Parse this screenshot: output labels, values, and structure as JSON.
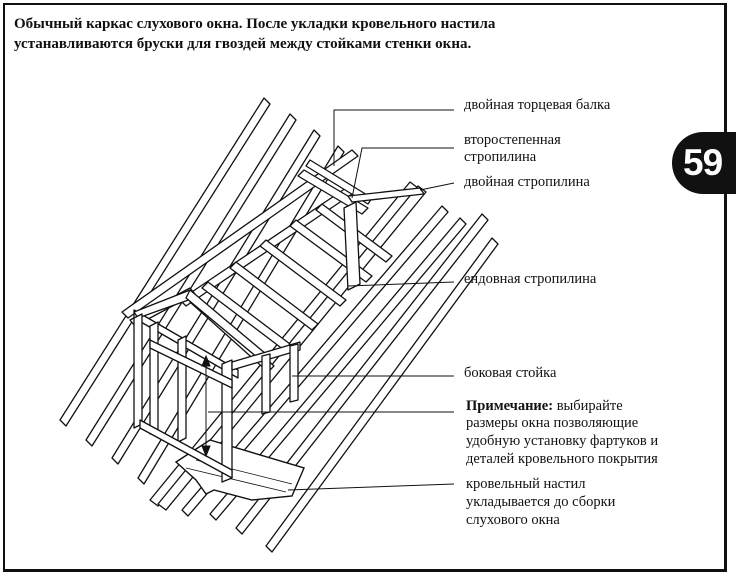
{
  "page": {
    "caption_line1": "Обычный каркас слухового окна. После укладки кровельного настила",
    "caption_line2": "устанавливаются бруски для гвоздей между стойками стенки окна.",
    "badge": "59"
  },
  "labels": {
    "end_beam": "двойная торцевая балка",
    "secondary_rafter_line1": "второстепенная",
    "secondary_rafter_line2": "стропилина",
    "double_rafter": "двойная стропилина",
    "valley_rafter": "ендовная стропилина",
    "side_stud": "боковая стойка",
    "note_title": "Примечание:",
    "note_line1": "выбирайте",
    "note_line2": "размеры окна  позволяющие",
    "note_line3": "удобную установку фартуков и",
    "note_line4": "деталей кровельного покрытия",
    "deck_line1": "кровельный настил",
    "deck_line2": "укладывается до сборки",
    "deck_line3": "слухового окна"
  },
  "colors": {
    "ink": "#111111",
    "paper": "#ffffff"
  }
}
